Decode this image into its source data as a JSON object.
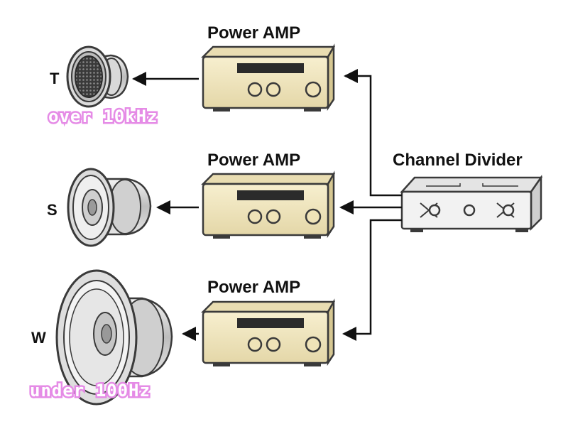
{
  "amplifiers": [
    {
      "label": "Power AMP"
    },
    {
      "label": "Power AMP"
    },
    {
      "label": "Power AMP"
    }
  ],
  "divider": {
    "label": "Channel Divider"
  },
  "drivers": {
    "tweeter": {
      "letter": "T",
      "range": "over 10kHz"
    },
    "squawker": {
      "letter": "S"
    },
    "woofer": {
      "letter": "W",
      "range": "under 100Hz"
    }
  },
  "colors": {
    "amp_body": "#f0e6c0",
    "amp_outline": "#3a3a3a",
    "divider_body": "#eeeeee",
    "speaker_gray": "#c8c8c8",
    "range_glow": "#e58be6"
  }
}
